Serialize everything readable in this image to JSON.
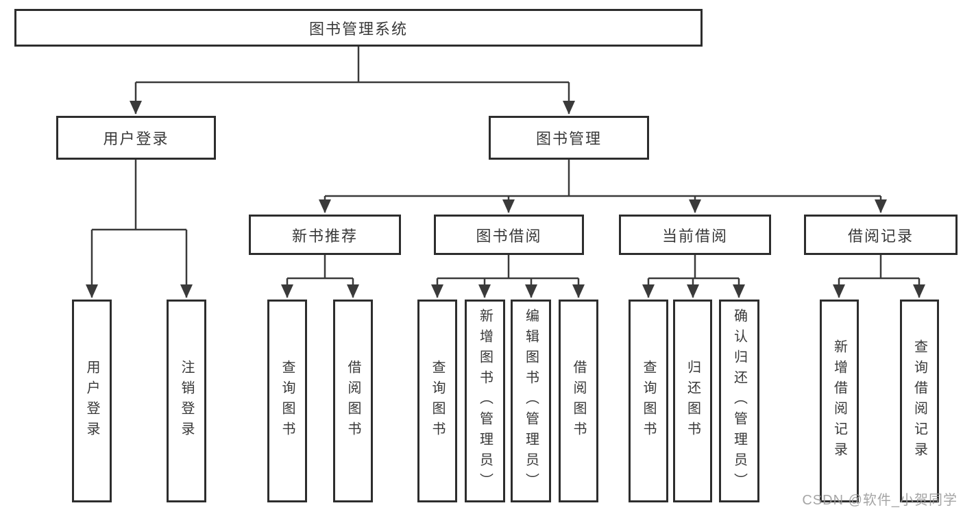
{
  "watermark": "CSDN @软件_小贺同学",
  "colors": {
    "box_border": "#2d2d2d",
    "connector_line": "#3a3a3a",
    "text": "#383838",
    "background": "#ffffff",
    "watermark": "#999999"
  },
  "tree": {
    "label": "图书管理系统",
    "children": [
      {
        "label": "用户登录",
        "children": [
          {
            "label": "用户登录"
          },
          {
            "label": "注销登录"
          }
        ]
      },
      {
        "label": "图书管理",
        "children": [
          {
            "label": "新书推荐",
            "children": [
              {
                "label": "查询图书"
              },
              {
                "label": "借阅图书"
              }
            ]
          },
          {
            "label": "图书借阅",
            "children": [
              {
                "label": "查询图书"
              },
              {
                "label": "新增图书（管理员）"
              },
              {
                "label": "编辑图书（管理员）"
              },
              {
                "label": "借阅图书"
              }
            ]
          },
          {
            "label": "当前借阅",
            "children": [
              {
                "label": "查询图书"
              },
              {
                "label": "归还图书"
              },
              {
                "label": "确认归还（管理员）"
              }
            ]
          },
          {
            "label": "借阅记录",
            "children": [
              {
                "label": "新增借阅记录"
              },
              {
                "label": "查询借阅记录"
              }
            ]
          }
        ]
      }
    ]
  }
}
